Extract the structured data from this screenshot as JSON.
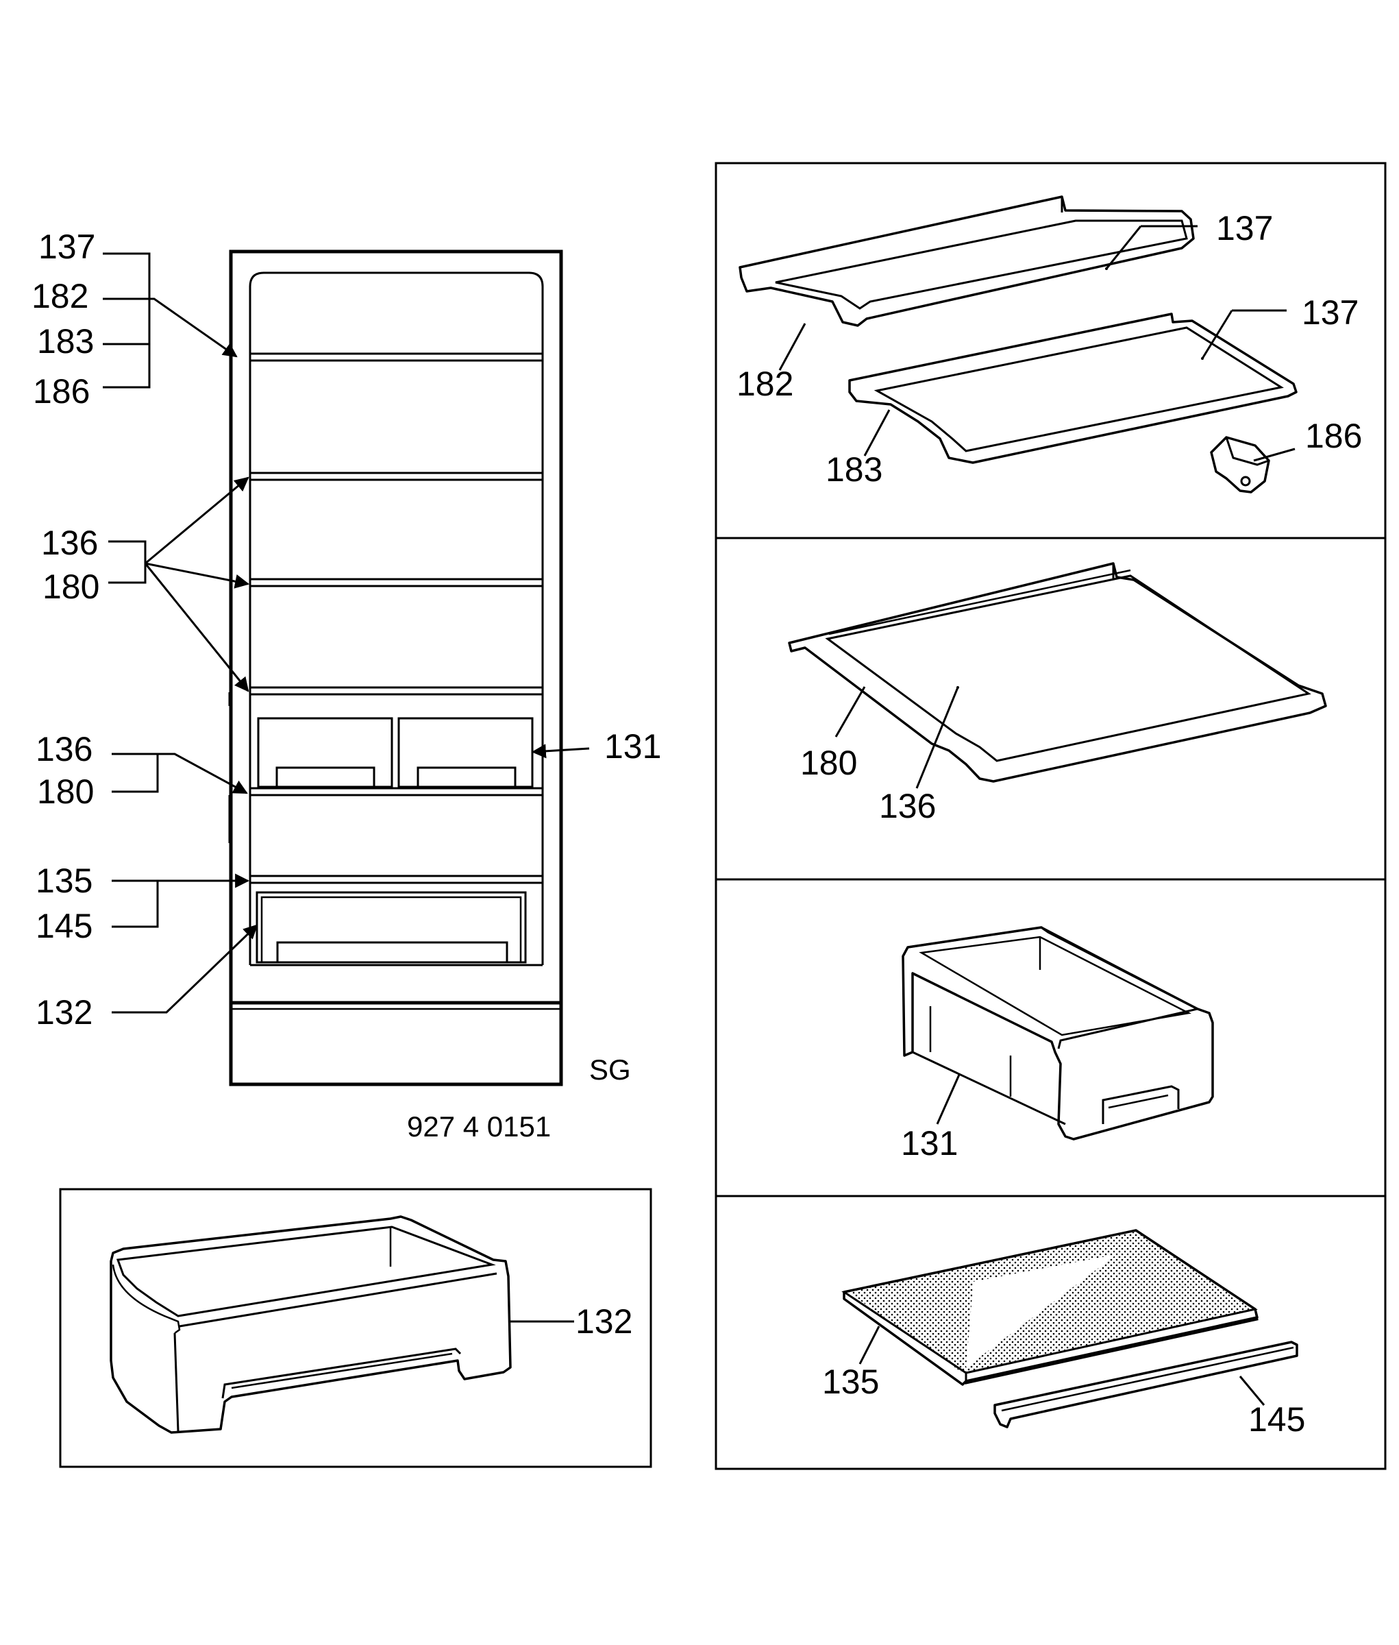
{
  "doc_code": "927 4 0151",
  "model_label": "SG",
  "overview": {
    "group_top": [
      "137",
      "182",
      "183",
      "186"
    ],
    "group_shelves": [
      "136",
      "180"
    ],
    "group_lower_shelf": [
      "136",
      "180"
    ],
    "group_cover": [
      "135",
      "145"
    ],
    "drawer_small": "131",
    "drawer_large": "132"
  },
  "panels": {
    "top_shelves": {
      "labels": [
        "137",
        "137",
        "182",
        "183",
        "186"
      ]
    },
    "glass_shelf": {
      "labels": [
        "180",
        "136"
      ]
    },
    "crisper": {
      "label": "131"
    },
    "cover_plate": {
      "labels": [
        "135",
        "145"
      ]
    },
    "large_drawer": {
      "label": "132"
    }
  }
}
